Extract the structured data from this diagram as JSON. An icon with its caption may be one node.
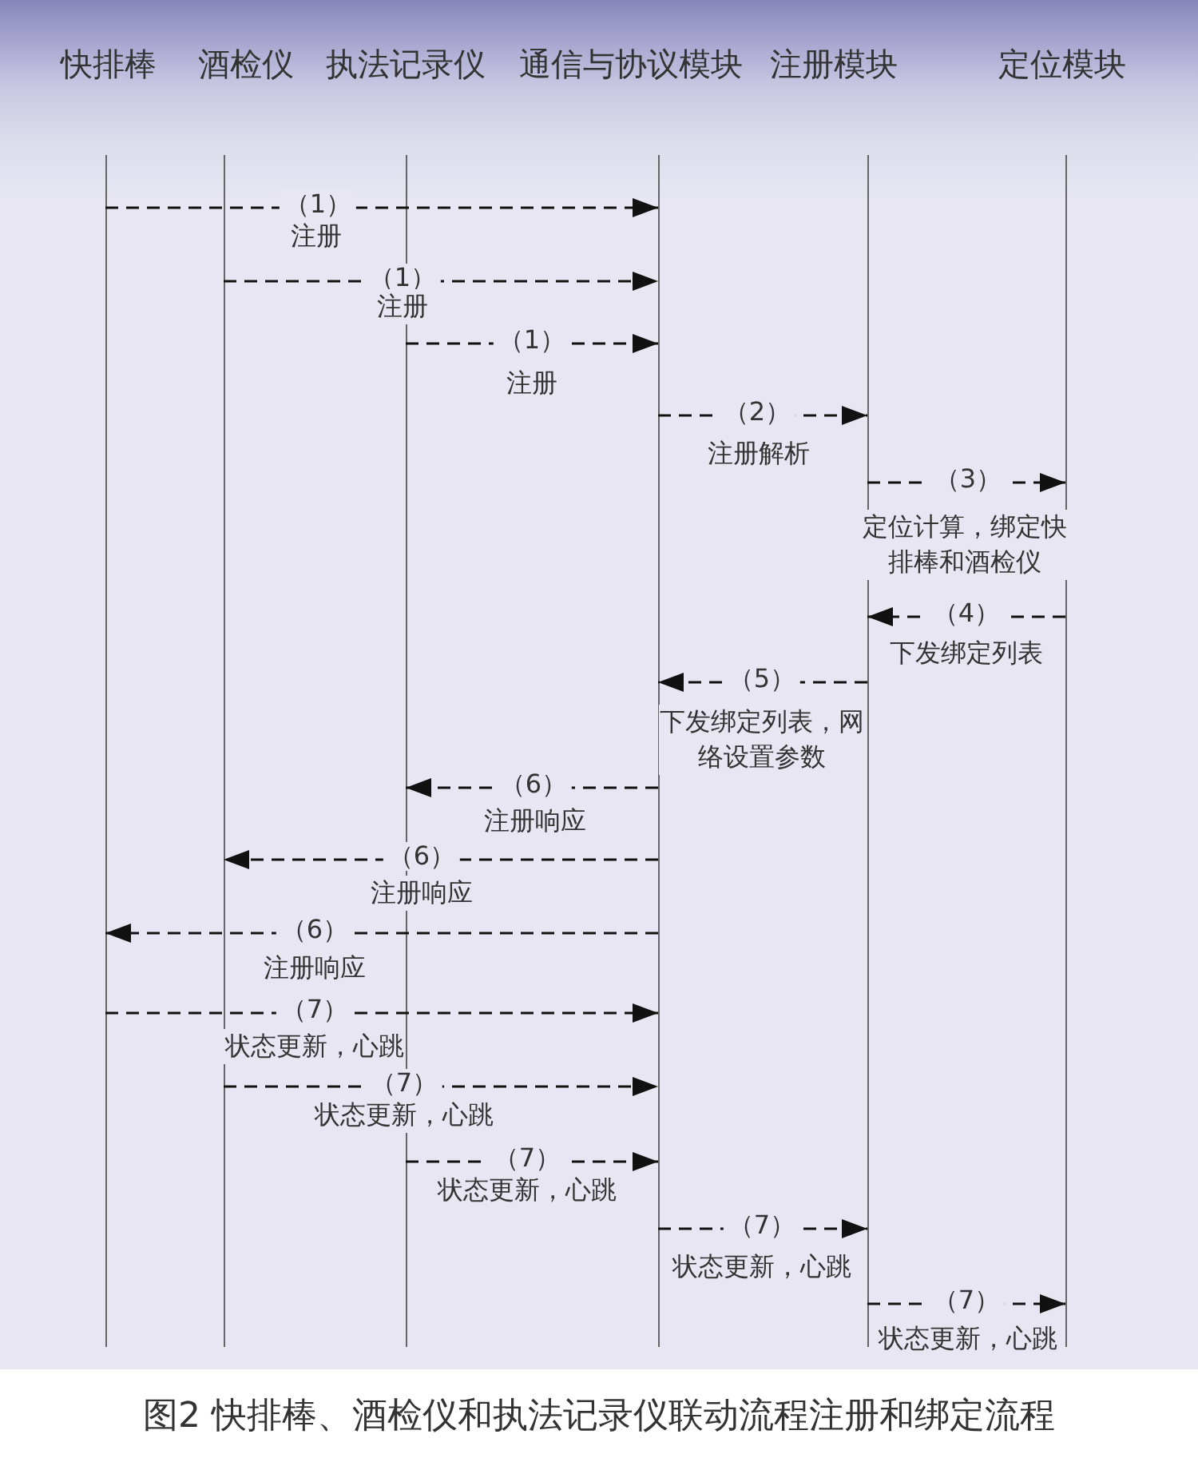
{
  "diagram": {
    "caption": "图2 快排棒、酒检仪和执法记录仪联动流程注册和绑定流程",
    "nodes": [
      {
        "text": [
          "快排棒"
        ]
      },
      {
        "text": [
          "酒检仪"
        ]
      },
      {
        "text": [
          "执法记录仪"
        ]
      },
      {
        "text": [
          "通信与协议模块"
        ]
      },
      {
        "text": [
          "注册模块"
        ]
      },
      {
        "text": [
          "定位模块"
        ]
      }
    ],
    "edges": [
      {
        "from": 0,
        "to": 3,
        "arrow": "to",
        "label": "（1）"
      },
      {
        "from": 1,
        "to": 3,
        "arrow": "to",
        "label": "（1）"
      },
      {
        "from": 2,
        "to": 3,
        "arrow": "to",
        "label": "（1）"
      },
      {
        "from": 3,
        "to": 4,
        "arrow": "to",
        "label": "（2）"
      },
      {
        "from": 4,
        "to": 5,
        "arrow": "to",
        "label": "（3）"
      },
      {
        "from": 5,
        "to": 4,
        "arrow": "to",
        "label": "（4）"
      },
      {
        "from": 4,
        "to": 3,
        "arrow": "to",
        "label": "（5）"
      },
      {
        "from": 3,
        "to": 2,
        "arrow": "to",
        "label": "（6）"
      },
      {
        "from": 3,
        "to": 1,
        "arrow": "to",
        "label": "（6）"
      },
      {
        "from": 3,
        "to": 0,
        "arrow": "to",
        "label": "（6）"
      },
      {
        "from": 0,
        "to": 3,
        "arrow": "to",
        "label": "（7）"
      },
      {
        "from": 1,
        "to": 3,
        "arrow": "to",
        "label": "（7）"
      },
      {
        "from": 2,
        "to": 3,
        "arrow": "to",
        "label": "（7）"
      },
      {
        "from": 3,
        "to": 4,
        "arrow": "to",
        "label": "（7）"
      },
      {
        "from": 4,
        "to": 5,
        "arrow": "to",
        "label": "（7）"
      }
    ],
    "labels": [
      "注册",
      "注册",
      "注册",
      "注册解析",
      "定位计算，绑定快排棒和酒检仪",
      "下发绑定列表",
      "下发绑定列表，网络设置参数",
      "注册响应",
      "注册响应",
      "注册响应",
      "状态更新，心跳",
      "状态更新，心跳",
      "状态更新，心跳",
      "状态更新，心跳",
      "状态更新，心跳"
    ]
  }
}
